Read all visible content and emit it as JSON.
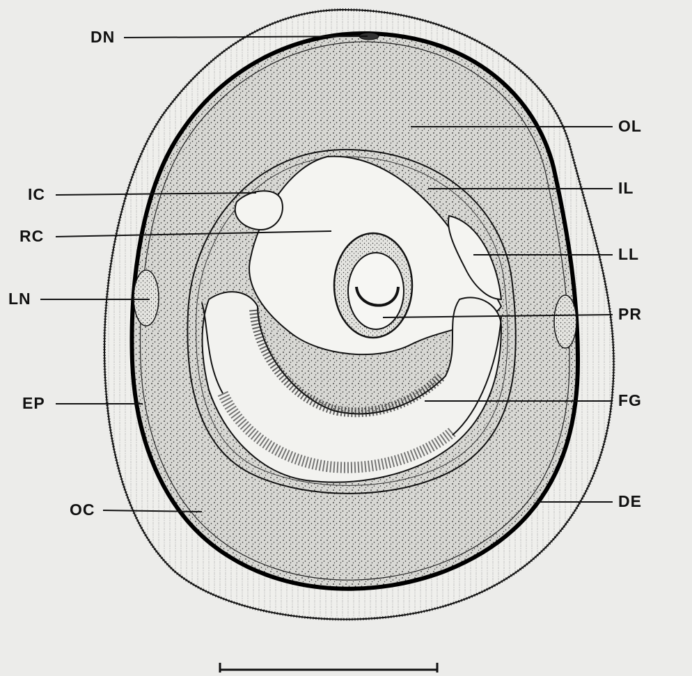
{
  "labels": {
    "dn": "DN",
    "ol": "OL",
    "ic": "IC",
    "il": "IL",
    "rc": "RC",
    "ll": "LL",
    "ln": "LN",
    "pr": "PR",
    "ep": "EP",
    "fg": "FG",
    "oc": "OC",
    "de": "DE"
  },
  "colors": {
    "background": "#ececea",
    "ink": "#111111",
    "tissue": "#d6d6d2",
    "lumen": "#f3f3f0"
  }
}
